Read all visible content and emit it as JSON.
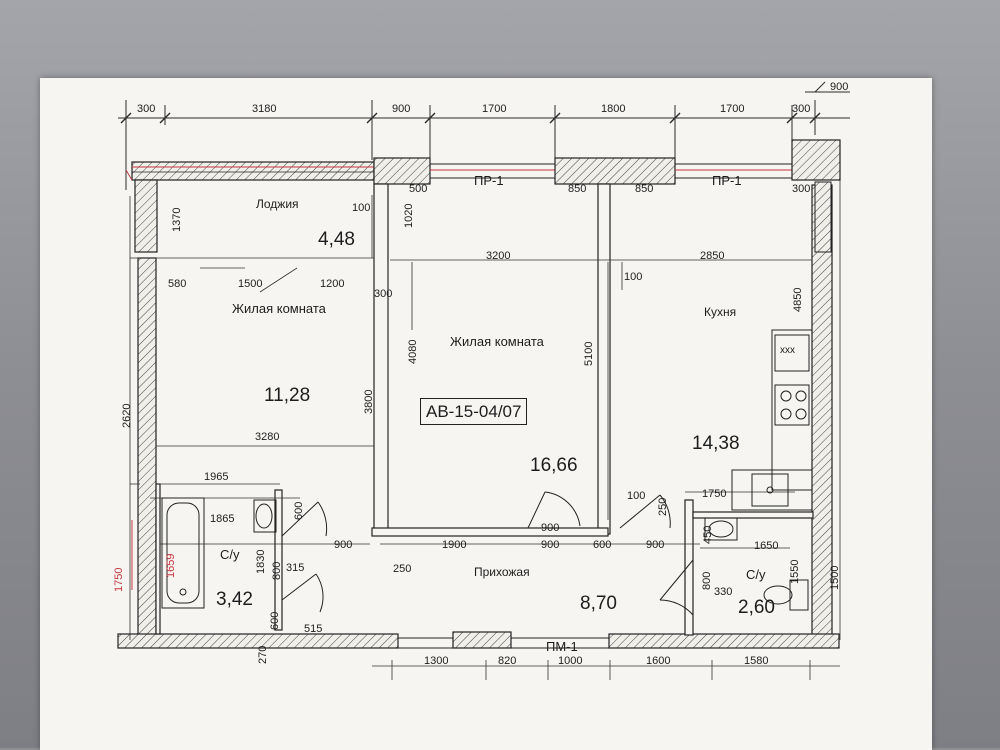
{
  "plan": {
    "code": "АВ-15-04/07",
    "openings": {
      "window_top_left": "ПР-1",
      "window_top_right": "ПР-1",
      "door_bottom": "ПМ-1"
    },
    "rooms": {
      "loggia": {
        "name": "Лоджия",
        "area": "4,48"
      },
      "living_left": {
        "name": "Жилая комната",
        "area": "11,28"
      },
      "living_center": {
        "name": "Жилая комната",
        "area": "16,66"
      },
      "kitchen": {
        "name": "Кухня",
        "area": "14,38"
      },
      "bath_left": {
        "name": "С/у",
        "area": "3,42"
      },
      "hall": {
        "name": "Прихожая",
        "area": "8,70"
      },
      "bath_right": {
        "name": "С/у",
        "area": "2,60"
      }
    },
    "stove_mark": "xxx",
    "top_dims": [
      "300",
      "3180",
      "900",
      "1700",
      "1800",
      "1700",
      "300",
      "900"
    ],
    "bottom_dims": [
      "1300",
      "820",
      "1000",
      "1600",
      "1580"
    ],
    "dims": {
      "d500": "500",
      "d100a": "100",
      "d850a": "850",
      "d850b": "850",
      "d300r": "300",
      "d3200": "3200",
      "d2850": "2850",
      "d100b": "100",
      "d580": "580",
      "d1500a": "1500",
      "d1200": "1200",
      "d300m": "300",
      "d3280": "3280",
      "d1965": "1965",
      "d1865": "1865",
      "d900a": "900",
      "d1900": "1900",
      "d900b": "900",
      "d600a": "600",
      "d900c": "900",
      "d100c": "100",
      "d1750": "1750",
      "d1650": "1650",
      "d315": "315",
      "d250a": "250",
      "d515": "515",
      "d330": "330"
    },
    "vdims": {
      "v1370": "1370",
      "v1020": "1020",
      "v4080": "4080",
      "v3800": "3800",
      "v5100": "5100",
      "v4850": "4850",
      "v2620": "2620",
      "v1500r": "1500",
      "v600a": "600",
      "v1830": "1830",
      "v800a": "800",
      "v600b": "600",
      "v800b": "800",
      "v450": "450",
      "v1550": "1550",
      "v250b": "250",
      "v1659": "1659",
      "v270": "270",
      "v1750l": "1750"
    }
  }
}
